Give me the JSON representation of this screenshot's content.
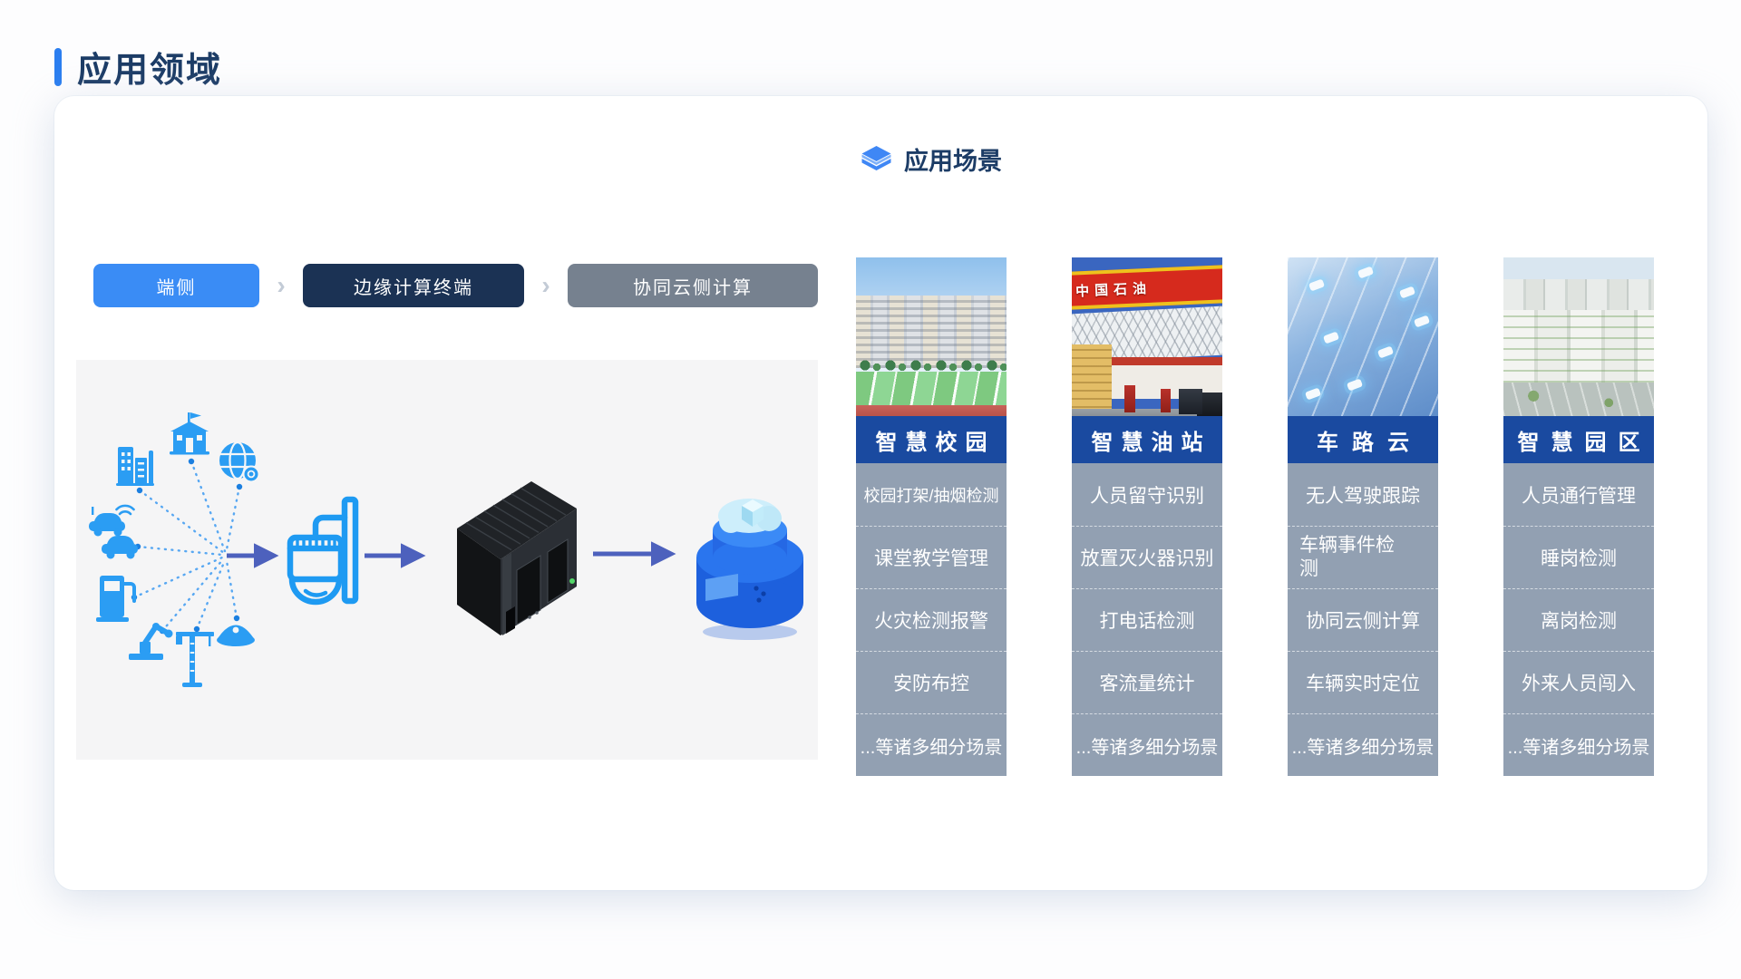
{
  "page": {
    "title": "应用领域"
  },
  "card": {
    "section_heading": "应用场景",
    "section_icon": "layers-icon",
    "pipeline": {
      "separator": "›",
      "steps": [
        "端侧",
        "边缘计算终端",
        "协同云侧计算"
      ]
    },
    "diagram": {
      "source_icons": [
        "factory-icon",
        "school-icon",
        "secure-globe-icon",
        "connected-car-icon",
        "car-icon",
        "gas-pump-icon",
        "robot-arm-icon",
        "tower-crane-icon",
        "police-cap-icon"
      ],
      "flow_nodes": [
        "ptz-camera-icon",
        "edge-computing-device",
        "cloud-database"
      ]
    }
  },
  "columns": [
    {
      "title": "智慧校园",
      "image": "campus-photo",
      "items": [
        "校园打架/抽烟检测",
        "课堂教学管理",
        "火灾检测报警",
        "安防布控",
        "...等诸多细分场景"
      ]
    },
    {
      "title": "智慧油站",
      "image": "gas-station-photo",
      "image_text": "中国石油",
      "items": [
        "人员留守识别",
        "放置灭火器识别",
        "打电话检测",
        "客流量统计",
        "...等诸多细分场景"
      ]
    },
    {
      "title": "车路云",
      "image": "highway-photo",
      "items": [
        "无人驾驶跟踪",
        "车辆事件检测",
        "协同云侧计算",
        "车辆实时定位",
        "...等诸多细分场景"
      ]
    },
    {
      "title": "智慧园区",
      "image": "industrial-park-photo",
      "items": [
        "人员通行管理",
        "睡岗检测",
        "离岗检测",
        "外来人员闯入",
        "...等诸多细分场景"
      ]
    }
  ],
  "colors": {
    "accent_blue": "#2b7ef0",
    "title_navy": "#1c3c66",
    "step_blue": "#3a8cf5",
    "step_dark": "#1b3254",
    "step_gray": "#76818f",
    "column_header_blue": "#1a4aa0",
    "item_bg": "#92a0b2",
    "diagram_icon_blue": "#2b9df3",
    "arrow_indigo": "#4d61bd",
    "panel_bg": "#f5f5f6"
  }
}
